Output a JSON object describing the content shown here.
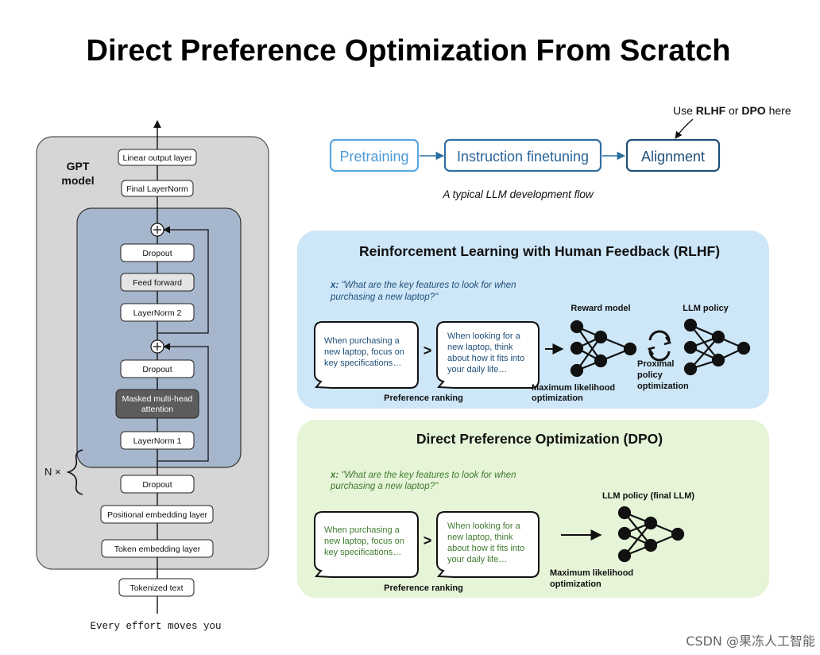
{
  "title": "Direct Preference Optimization From Scratch",
  "gpt": {
    "model_label_1": "GPT",
    "model_label_2": "model",
    "layers_top": [
      "Linear output layer",
      "Final LayerNorm"
    ],
    "block_layers": [
      "Dropout",
      "Feed forward",
      "LayerNorm 2",
      "Dropout",
      "Masked multi-head",
      "attention",
      "LayerNorm 1"
    ],
    "repeat_label": "N ×",
    "layers_bottom": [
      "Dropout",
      "Positional embedding layer",
      "Token embedding layer"
    ],
    "input": "Tokenized text",
    "input_example": "Every effort moves you"
  },
  "flow": {
    "steps": [
      "Pretraining",
      "Instruction finetuning",
      "Alignment"
    ],
    "note_prefix": "Use ",
    "note_rlhf": "RLHF",
    "note_or": " or ",
    "note_dpo": "DPO",
    "note_suffix": " here",
    "caption": "A typical LLM development flow"
  },
  "rlhf": {
    "title": "Reinforcement Learning with Human Feedback (RLHF)",
    "prompt_label": "x:",
    "prompt_line1": "\"What are the key features to look for when",
    "prompt_line2": "purchasing a new laptop?\"",
    "answer_a": [
      "When purchasing a",
      "new laptop, focus on",
      "key specifications…"
    ],
    "answer_b": [
      "When looking for a",
      "new laptop, think",
      "about how it fits into",
      "your daily life…"
    ],
    "compare": ">",
    "ranking_label": "Preference ranking",
    "reward_model": "Reward model",
    "llm_policy": "LLM policy",
    "mle_1": "Maximum likelihood",
    "mle_2": "optimization",
    "ppo_1": "Proximal",
    "ppo_2": "policy",
    "ppo_3": "optimization"
  },
  "dpo": {
    "title": "Direct Preference Optimization (DPO)",
    "prompt_label": "x:",
    "prompt_line1": "\"What are the key features to look for when",
    "prompt_line2": "purchasing a new laptop?\"",
    "answer_a": [
      "When purchasing a",
      "new laptop, focus on",
      "key specifications…"
    ],
    "answer_b": [
      "When looking for a",
      "new laptop, think",
      "about how it fits into",
      "your daily life…"
    ],
    "compare": ">",
    "ranking_label": "Preference ranking",
    "llm_policy": "LLM policy (final LLM)",
    "mle_1": "Maximum likelihood",
    "mle_2": "optimization"
  },
  "watermark": "CSDN @果冻人工智能",
  "colors": {
    "gpt_bg": "#d6d6d6",
    "block_bg": "#a6b6cc",
    "flow_light": "#5aa8e0",
    "flow_dark": "#1f4f78",
    "rlhf_bg": "#cde6f8",
    "dpo_bg": "#e6f4d8",
    "prompt_blue": "#1f4f78",
    "prompt_green": "#3f7a2e"
  }
}
